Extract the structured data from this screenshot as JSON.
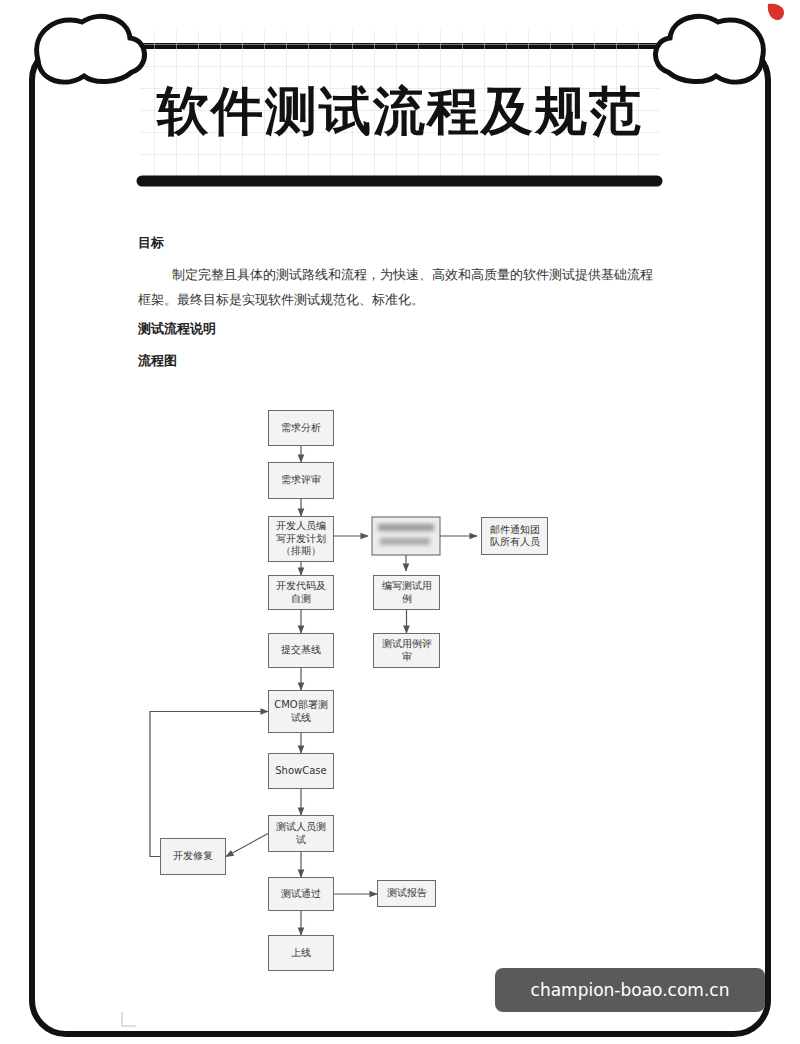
{
  "diagram": {
    "title": "软件测试流程及规范",
    "nodes": [
      {
        "text": [
          "需求分析"
        ]
      },
      {
        "text": [
          "需求评审"
        ]
      },
      {
        "text": [
          "开发人员编写开发计划（排期）"
        ]
      },
      {
        "text": [
          "邮件通知团队所有人员"
        ]
      },
      {
        "text": [
          "开发代码及自测"
        ]
      },
      {
        "text": [
          "编写测试用例"
        ]
      },
      {
        "text": [
          "提交基线"
        ]
      },
      {
        "text": [
          "测试用例评审"
        ]
      },
      {
        "text": [
          "CMO部署测试线"
        ]
      },
      {
        "text": [
          "ShowCase"
        ]
      },
      {
        "text": [
          "测试人员测试"
        ]
      },
      {
        "text": [
          "开发修复"
        ]
      },
      {
        "text": [
          "测试通过"
        ]
      },
      {
        "text": [
          "测试报告"
        ]
      },
      {
        "text": [
          "上线"
        ]
      }
    ],
    "edges": [
      {
        "from": 0,
        "to": 1,
        "arrow": "to"
      },
      {
        "from": 1,
        "to": 2,
        "arrow": "to"
      },
      {
        "from": 2,
        "to": 4,
        "arrow": "to"
      },
      {
        "from": 4,
        "to": 6,
        "arrow": "to"
      },
      {
        "from": 6,
        "to": 8,
        "arrow": "to"
      },
      {
        "from": 8,
        "to": 9,
        "arrow": "to"
      },
      {
        "from": 9,
        "to": 10,
        "arrow": "to"
      },
      {
        "from": 10,
        "to": 12,
        "arrow": "to"
      },
      {
        "from": 12,
        "to": 14,
        "arrow": "to"
      },
      {
        "from": 10,
        "to": 11,
        "arrow": "to"
      },
      {
        "from": 11,
        "to": 8,
        "arrow": "to"
      },
      {
        "from": 12,
        "to": 13,
        "arrow": "to"
      },
      {
        "from": 5,
        "to": 7,
        "arrow": "to"
      }
    ],
    "labels": [
      "目标",
      "制定完整且具体的测试路线和流程，为快速、高效和高质量的软件测试提供基础流程框架。最终目标是实现软件测试规范化、标准化。",
      "测试流程说明",
      "流程图",
      "champion-boao.com.cn"
    ]
  }
}
